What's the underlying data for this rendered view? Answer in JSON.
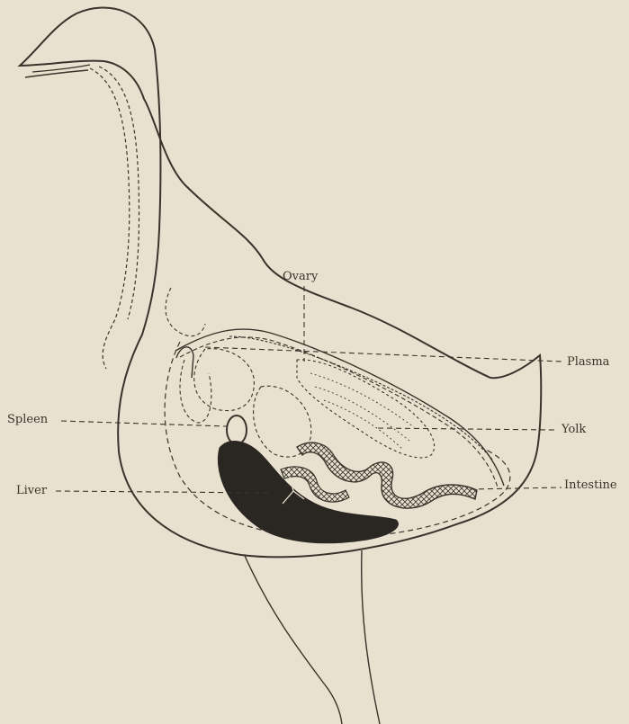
{
  "figure": {
    "labels": {
      "ovary": "Ovary",
      "plasma": "Plasma",
      "spleen": "Spleen",
      "yolk": "Yolk",
      "liver": "Liver",
      "intestine": "Intestine"
    },
    "colors": {
      "paper": "#e9e1cf",
      "ink": "#3a332b",
      "liver_fill": "#2a2622"
    }
  }
}
